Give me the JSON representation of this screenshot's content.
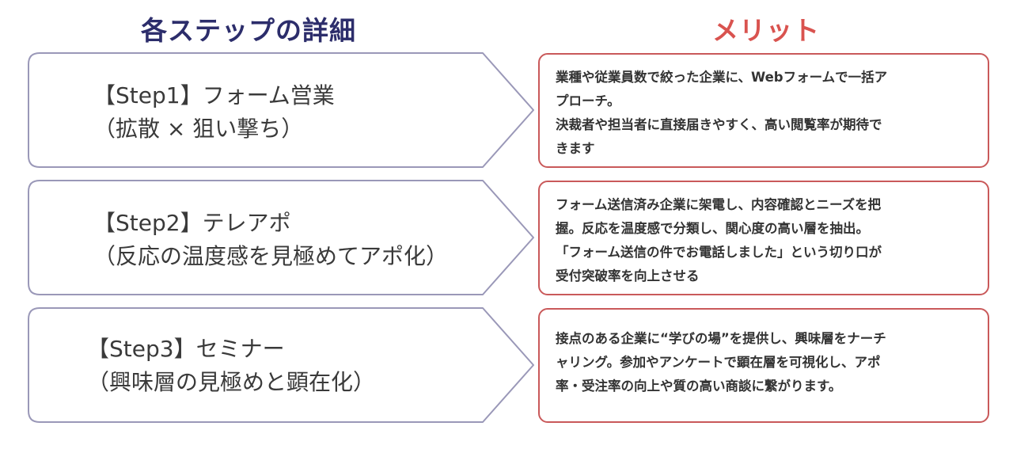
{
  "headings": {
    "steps": "各ステップの詳細",
    "merits": "メリット"
  },
  "colors": {
    "step_heading": "#2c2d6b",
    "merit_heading": "#d9534f",
    "step_border": "#9a98b8",
    "merit_border": "#c9595a"
  },
  "steps": [
    {
      "title": "【Step1】フォーム営業",
      "subtitle": "（拡散 × 狙い撃ち）",
      "merit_lines": [
        "業種や従業員数で絞った企業に、Webフォームで一括ア",
        "プローチ。",
        "決裁者や担当者に直接届きやすく、高い閲覧率が期待で",
        "きます"
      ]
    },
    {
      "title": "【Step2】テレアポ",
      "subtitle": "（反応の温度感を見極めてアポ化）",
      "merit_lines": [
        "フォーム送信済み企業に架電し、内容確認とニーズを把",
        "握。反応を温度感で分類し、関心度の高い層を抽出。",
        "「フォーム送信の件でお電話しました」という切り口が",
        "受付突破率を向上させる"
      ]
    },
    {
      "title": "【Step3】セミナー",
      "subtitle": "（興味層の見極めと顕在化）",
      "merit_lines": [
        "接点のある企業に“学びの場”を提供し、興味層をナーチ",
        "ャリング。参加やアンケートで顕在層を可視化し、アポ",
        "率・受注率の向上や質の高い商談に繋がります。"
      ]
    }
  ]
}
